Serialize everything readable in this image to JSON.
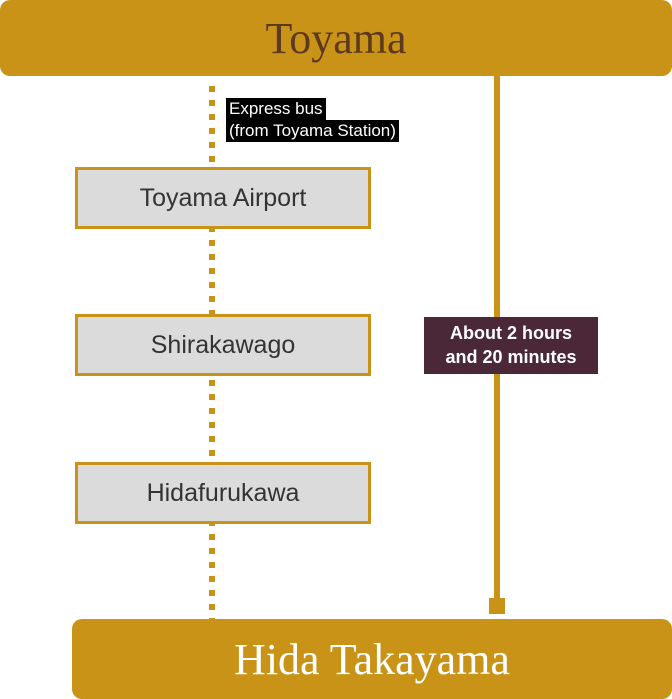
{
  "colors": {
    "gold": "#C99318",
    "origin_text_brown": "#5D3A1E",
    "duration_maroon": "#4B2838",
    "station_box_bg": "#DBDBDB",
    "express_label_bg": "#000000",
    "white": "#FFFFFF"
  },
  "origin": {
    "label": "Toyama"
  },
  "destination": {
    "label": "Hida Takayama"
  },
  "left_route": {
    "express_label_line1": "Express bus",
    "express_label_line2": "(from Toyama Station)",
    "stops": [
      {
        "label": "Toyama Airport"
      },
      {
        "label": "Shirakawago"
      },
      {
        "label": "Hidafurukawa"
      }
    ]
  },
  "right_route": {
    "duration_line1": "About 2 hours",
    "duration_line2": "and 20 minutes"
  }
}
